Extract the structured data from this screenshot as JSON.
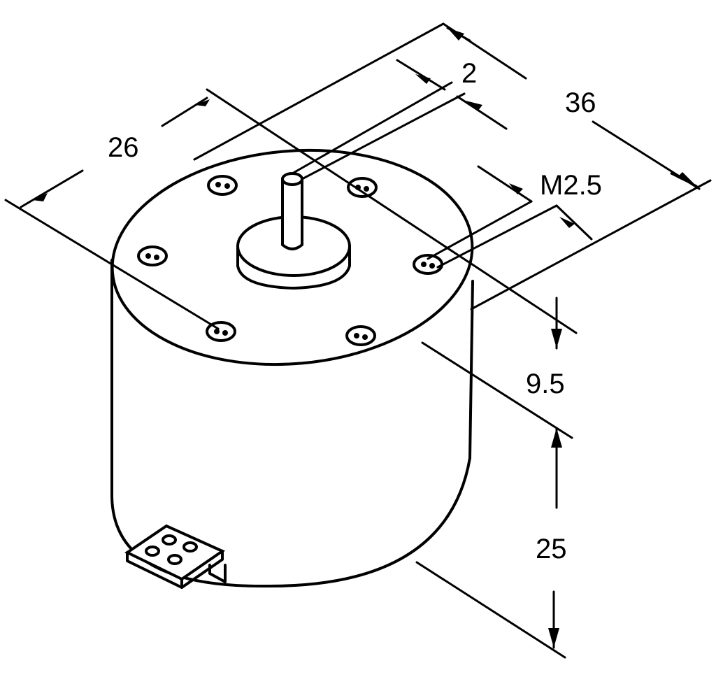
{
  "dimensions": {
    "shaft_diameter": "2",
    "overall_diameter": "36",
    "hole_spacing": "26",
    "thread": "M2.5",
    "shaft_height": "9.5",
    "body_height": "25"
  },
  "colors": {
    "ink": "#000000",
    "paper": "#ffffff"
  }
}
